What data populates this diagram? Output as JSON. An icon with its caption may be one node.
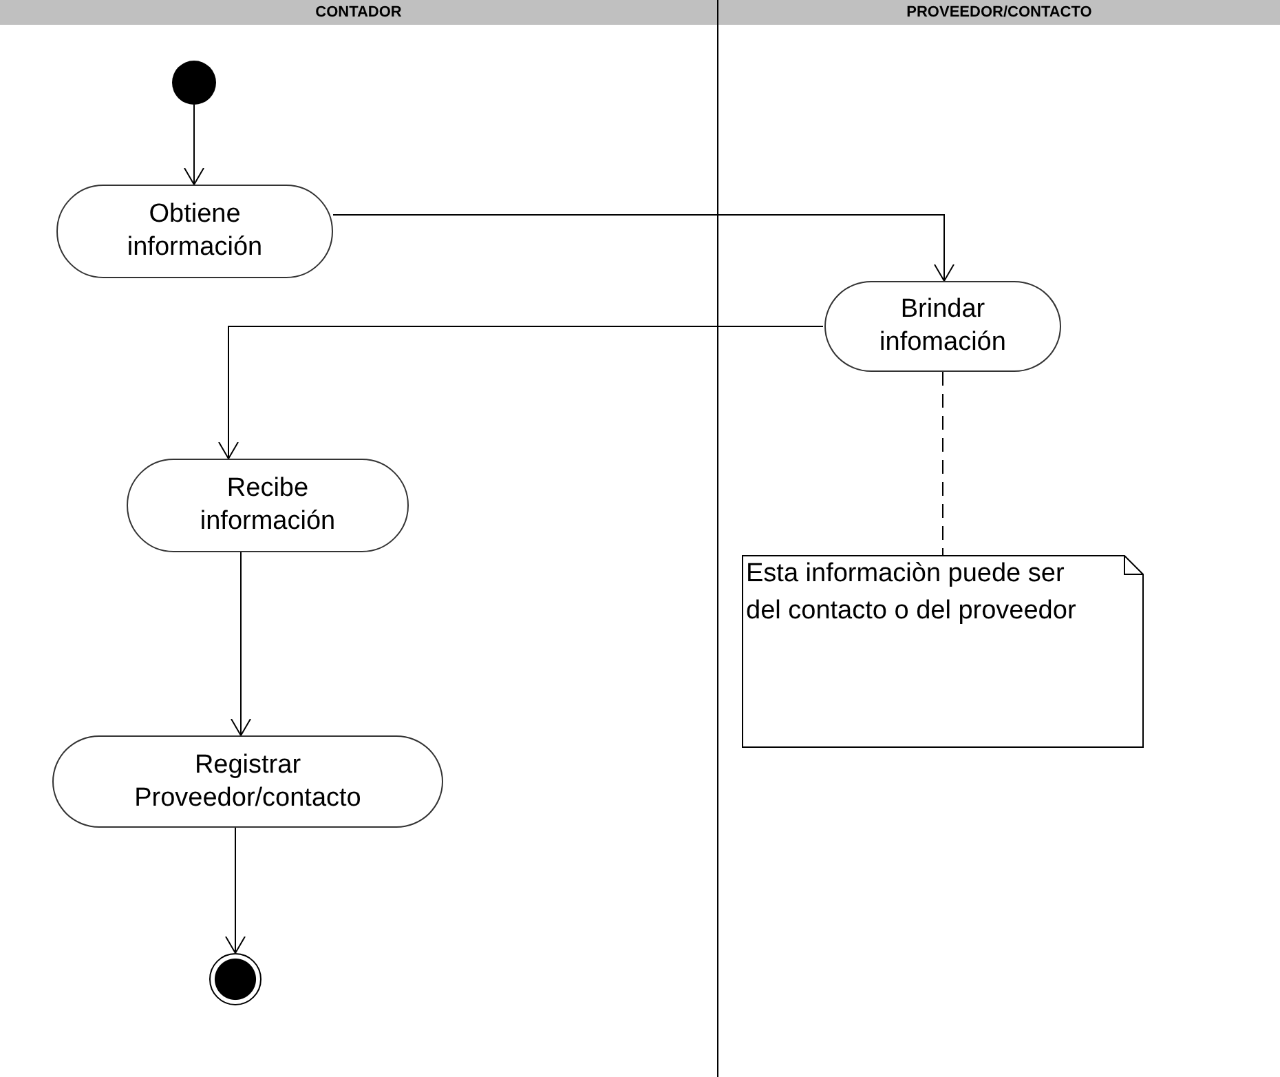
{
  "diagram": {
    "nodes": [
      {
        "text": [
          "CONTADOR"
        ]
      },
      {
        "text": [
          "PROVEEDOR/CONTACTO"
        ]
      },
      {
        "text": [],
        "shape": "circle",
        "in": 0
      },
      {
        "text": [
          "Obtiene información"
        ],
        "in": 0
      },
      {
        "text": [
          "Brindar infomación"
        ],
        "in": 1
      },
      {
        "text": [
          "Recibe información"
        ],
        "in": 0
      },
      {
        "text": [
          "Esta informaciòn puede ser del contacto o del proveedor"
        ],
        "in": 1
      },
      {
        "text": [
          "Registrar Proveedor/contacto"
        ],
        "in": 0
      },
      {
        "text": [],
        "shape": "circle",
        "in": 0
      }
    ],
    "edges": [
      {
        "from": 2,
        "to": 3,
        "arrow": "to"
      },
      {
        "from": 3,
        "to": 4,
        "arrow": "to"
      },
      {
        "from": 4,
        "to": 5,
        "arrow": "to"
      },
      {
        "from": 5,
        "to": 7,
        "arrow": "to"
      },
      {
        "from": 7,
        "to": 8,
        "arrow": "to"
      },
      {
        "from": 4,
        "to": 6,
        "arrow": "none",
        "style": "dashed"
      }
    ]
  }
}
